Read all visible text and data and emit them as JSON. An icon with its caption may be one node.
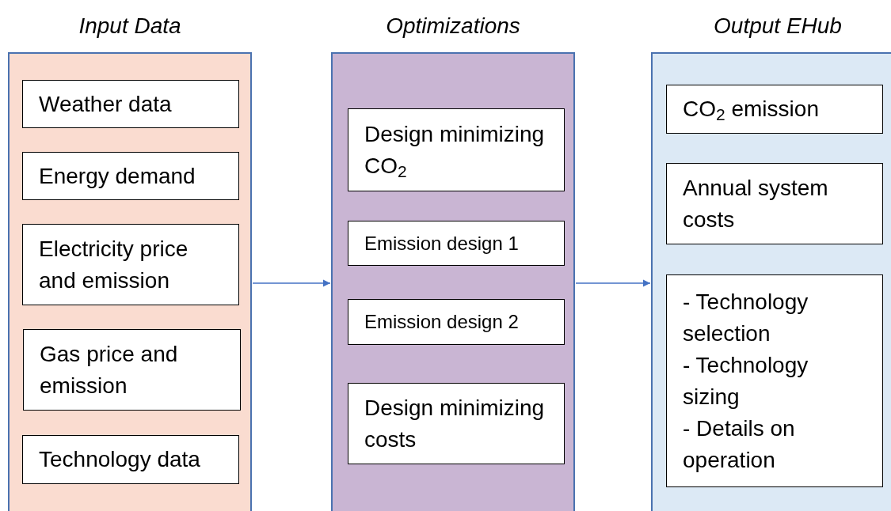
{
  "diagram": {
    "nodes": [
      {
        "text": [
          "Input Data"
        ]
      },
      {
        "text": [
          "Weather data"
        ],
        "in": 0
      },
      {
        "text": [
          "Energy demand"
        ],
        "in": 0
      },
      {
        "text": [
          "Electricity price and emission"
        ],
        "in": 0
      },
      {
        "text": [
          "Gas price and emission"
        ],
        "in": 0
      },
      {
        "text": [
          "Technology data"
        ],
        "in": 0
      },
      {
        "text": [
          "Optimizations"
        ]
      },
      {
        "text": [
          "Design minimizing CO$_{2}$"
        ],
        "in": 6
      },
      {
        "text": [
          "Emission design 1"
        ],
        "in": 6
      },
      {
        "text": [
          "Emission design 2"
        ],
        "in": 6
      },
      {
        "text": [
          "Design minimizing costs"
        ],
        "in": 6
      },
      {
        "text": [
          "Output EHub"
        ]
      },
      {
        "text": [
          "CO$_{2}$ emission"
        ],
        "in": 11
      },
      {
        "text": [
          "Annual system costs"
        ],
        "in": 11
      },
      {
        "text": [
          "- Technology selection",
          "- Technology sizing",
          "- Details on operation"
        ],
        "in": 11
      }
    ],
    "edges": [
      {
        "from": 0,
        "to": 6,
        "arrow": "to"
      },
      {
        "from": 6,
        "to": 11,
        "arrow": "to"
      }
    ]
  }
}
